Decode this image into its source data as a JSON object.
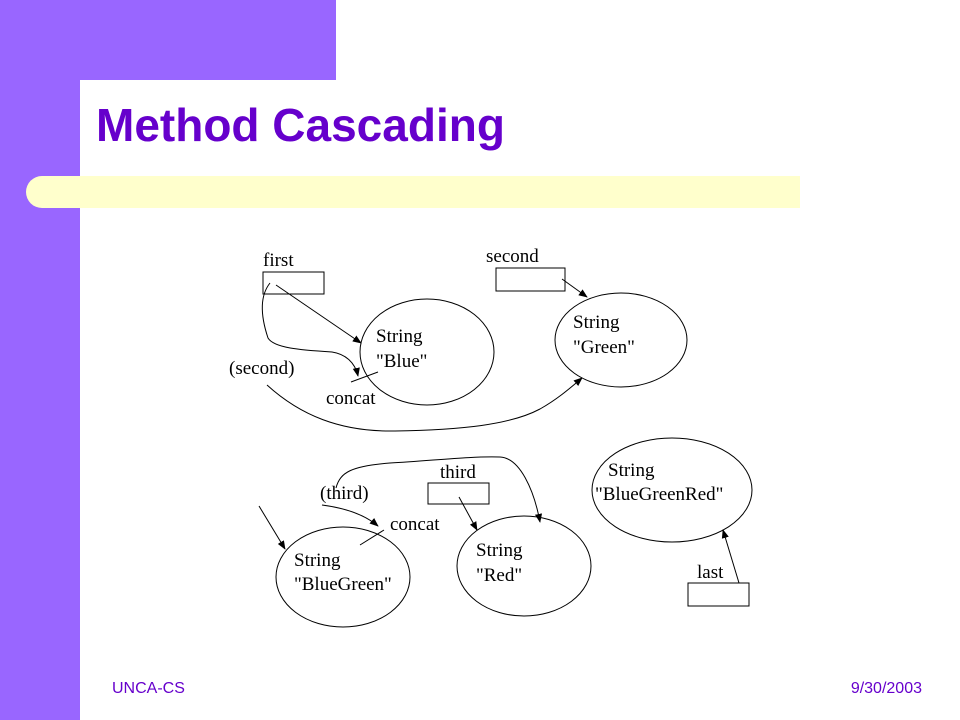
{
  "slide": {
    "title": "Method Cascading",
    "footer_left": "UNCA-CS",
    "footer_right": "9/30/2003"
  },
  "theme": {
    "accent": "#9966ff",
    "title_color": "#6600cc",
    "title_bar": "#ffffcc"
  },
  "diagram": {
    "labels": {
      "first": "first",
      "second": "second",
      "second_arg": "(second)",
      "concat_1": "concat",
      "third": "third",
      "third_arg": "(third)",
      "concat_2": "concat",
      "last": "last"
    },
    "objects": {
      "blue": [
        "String",
        "\"Blue\""
      ],
      "green": [
        "String",
        "\"Green\""
      ],
      "bluegreen": [
        "String",
        "\"BlueGreen\""
      ],
      "red": [
        "String",
        "\"Red\""
      ],
      "bluegreenred": [
        "String",
        "\"BlueGreenRed\""
      ]
    }
  }
}
